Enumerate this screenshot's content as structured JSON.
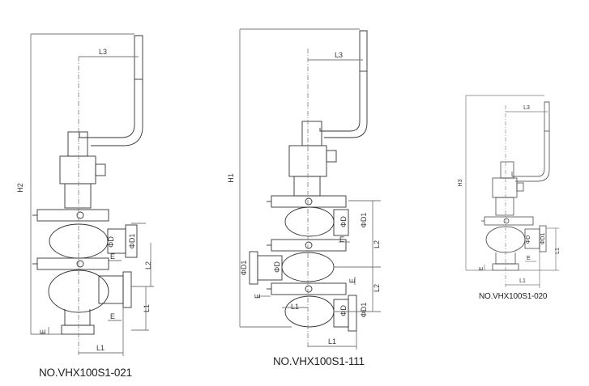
{
  "captions": [
    "NO.VHX100S1-021",
    "NO.VHX100S1-111",
    "NO.VHX100S1-020"
  ],
  "drawing1": {
    "h": "H2",
    "l3": "L3",
    "l2": "L2",
    "l1v": "L1",
    "l1h": "L1",
    "d": "ΦD",
    "d1": "ΦD1",
    "e1": "E",
    "e2": "E",
    "e3": "E"
  },
  "drawing2": {
    "h": "H1",
    "l3": "L3",
    "l2a": "L2",
    "l2b": "L2",
    "l1a": "L1",
    "l1b": "L1",
    "d": "ΦD",
    "d1": "ΦD1",
    "dl": "ΦD",
    "d1l": "ΦD1",
    "dc": "ΦD",
    "d1c": "ΦD1",
    "ea": "E",
    "eb": "E",
    "ec": "E"
  },
  "drawing3": {
    "h": "H3",
    "l3": "L3",
    "l1v": "L1",
    "l1h": "L1",
    "d": "ΦD",
    "d1": "ΦD1",
    "ea": "E",
    "eb": "E"
  }
}
